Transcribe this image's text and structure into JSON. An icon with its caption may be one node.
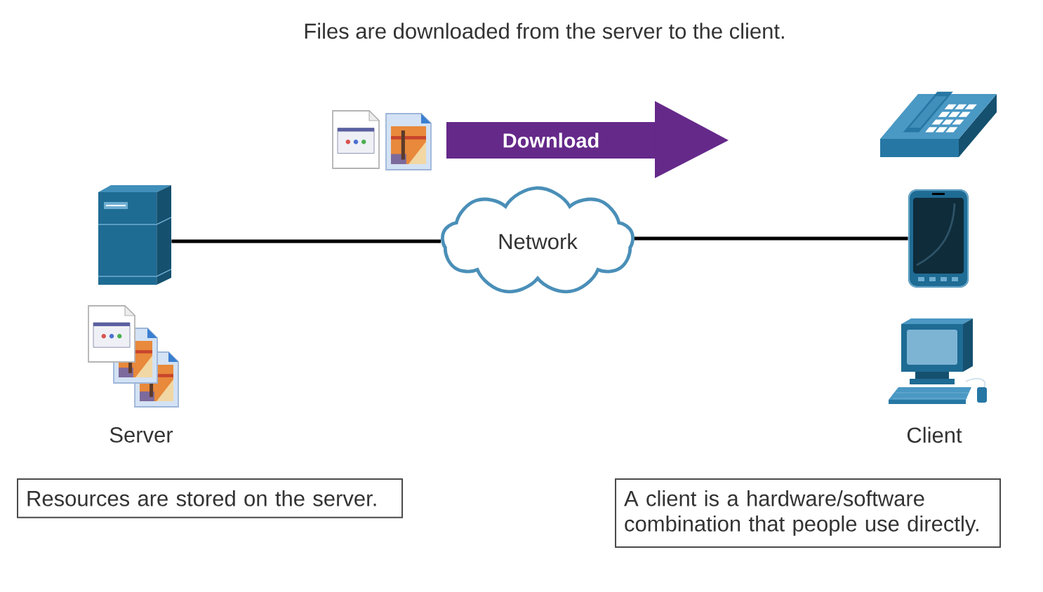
{
  "diagram": {
    "title": "Files are downloaded from the server to the client.",
    "nodes": [
      {
        "text": [
          "Download"
        ]
      },
      {
        "text": [],
        "shape": "picture"
      },
      {
        "text": [],
        "shape": "picture"
      },
      {
        "text": [
          "Network"
        ]
      },
      {
        "text": [],
        "shape": "picture"
      },
      {
        "text": [],
        "shape": "picture",
        "beside": [
          "Client"
        ]
      },
      {
        "text": [
          "Resources are stored on the server."
        ]
      },
      {
        "text": [
          "A client is a hardware/software combination that people use directly."
        ]
      }
    ],
    "edges": [
      {
        "from": 2,
        "to": 3,
        "arrow": "none"
      },
      {
        "from": 3,
        "to": 4,
        "arrow": "none"
      }
    ],
    "labels": [
      "Server"
    ]
  }
}
